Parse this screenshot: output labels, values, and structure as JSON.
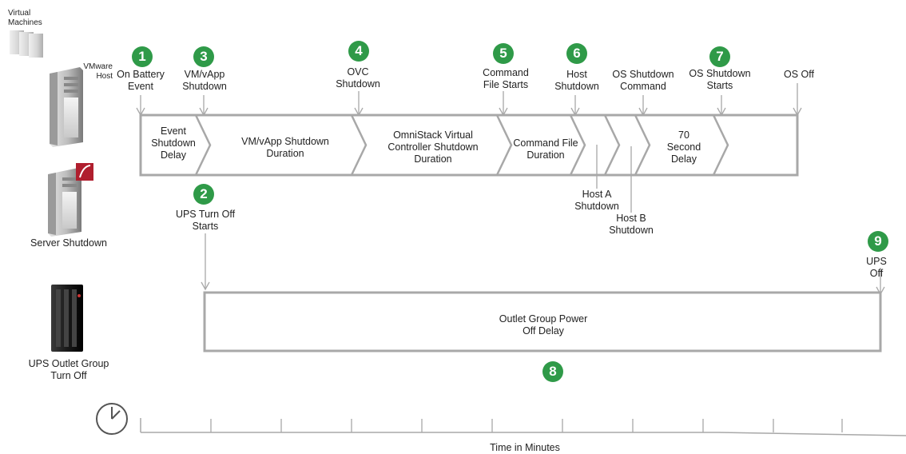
{
  "side_labels": {
    "virtual_machines": "Virtual\nMachines",
    "vmware_host": "VMware\nHost",
    "server_shutdown": "Server Shutdown",
    "ups_outlet_group": "UPS Outlet Group\nTurn Off"
  },
  "events": [
    {
      "num": "1",
      "label": "On Battery\nEvent"
    },
    {
      "num": "3",
      "label": "VM/vApp\nShutdown"
    },
    {
      "num": "4",
      "label": "OVC\nShutdown"
    },
    {
      "num": "5",
      "label": "Command\nFile Starts"
    },
    {
      "num": "6",
      "label": "Host\nShutdown"
    },
    {
      "num": "",
      "label": "OS Shutdown\nCommand"
    },
    {
      "num": "7",
      "label": "OS Shutdown\nStarts"
    },
    {
      "num": "",
      "label": "OS Off"
    }
  ],
  "phases": [
    "Event\nShutdown\nDelay",
    "VM/vApp Shutdown\nDuration",
    "OmniStack Virtual\nController Shutdown\nDuration",
    "Command File\nDuration",
    "70\nSecond\nDelay"
  ],
  "host_events": [
    "Host A\nShutdown",
    "Host B\nShutdown"
  ],
  "ups_turn_off": {
    "num": "2",
    "label": "UPS Turn Off\nStarts"
  },
  "ups_off": {
    "num": "9",
    "label": "UPS Off"
  },
  "outlet_group": {
    "num": "8",
    "label": "Outlet Group Power\nOff Delay"
  },
  "timeline": {
    "label": "Time in Minutes"
  },
  "colors": {
    "badge": "#2f9a48",
    "line": "#a8a8a8",
    "accent": "#b01e2e"
  },
  "icons": [
    "clock-icon",
    "server-tower-icon",
    "virtual-machines-icon",
    "ups-icon"
  ]
}
